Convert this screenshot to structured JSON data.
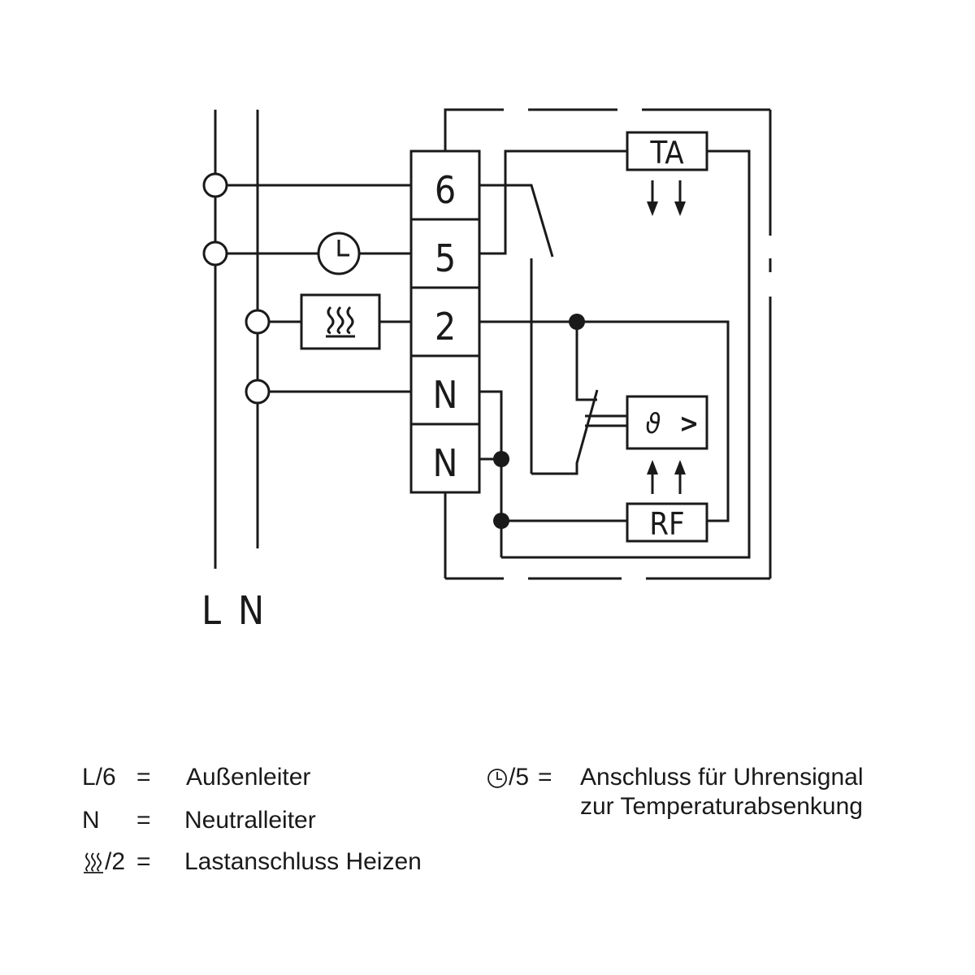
{
  "terminals": {
    "t6": "6",
    "t5": "5",
    "t2": "2",
    "tN1": "N",
    "tN2": "N"
  },
  "components": {
    "ta_label": "TA",
    "rf_label": "RF",
    "sensor_symbol": "ϑ",
    "sensor_compare": ">"
  },
  "bus_labels": {
    "line": "L",
    "neutral": "N"
  },
  "legend": {
    "items": [
      {
        "key": "L/6",
        "eq": "=",
        "value": "Außenleiter"
      },
      {
        "key": "N",
        "eq": "=",
        "value": "Neutralleiter"
      },
      {
        "key": "/2",
        "key_icon": "heating-symbol-icon",
        "eq": "=",
        "value": "Lastanschluss Heizen"
      }
    ],
    "clock_item": {
      "key": "/5",
      "key_icon": "clock-icon",
      "eq": "=",
      "value_line1": "Anschluss für Uhrensignal",
      "value_line2": "zur Temperaturabsenkung"
    }
  },
  "colors": {
    "ink": "#1a1a1a",
    "background": "#ffffff"
  }
}
